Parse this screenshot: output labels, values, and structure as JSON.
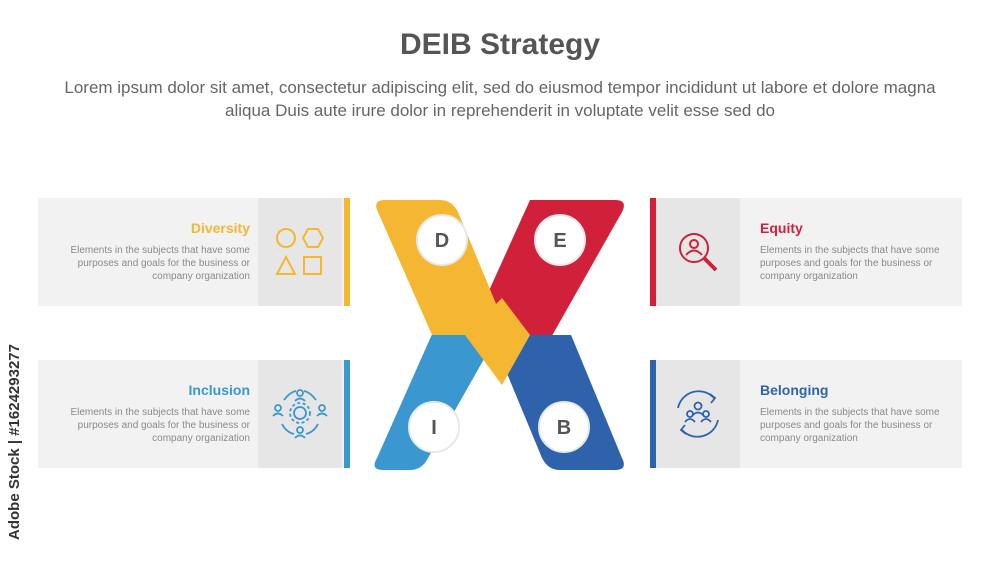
{
  "header": {
    "title": "DEIB Strategy",
    "subtitle": "Lorem ipsum dolor sit amet, consectetur adipiscing elit, sed do eiusmod tempor incididunt ut labore et dolore magna aliqua Duis aute irure dolor in reprehenderit in voluptate velit esse sed do"
  },
  "items": [
    {
      "key": "diversity",
      "letter": "D",
      "title": "Diversity",
      "desc": "Elements in the subjects that have some purposes and goals for the business or company organization",
      "color": "#F5B731",
      "icon": "shapes-icon"
    },
    {
      "key": "equity",
      "letter": "E",
      "title": "Equity",
      "desc": "Elements in the subjects that have some purposes and goals for the business or company organization",
      "color": "#D0203A",
      "icon": "user-search-icon"
    },
    {
      "key": "inclusion",
      "letter": "I",
      "title": "Inclusion",
      "desc": "Elements in the subjects that have some purposes and goals for the business or company organization",
      "color": "#3B97CF",
      "icon": "team-gear-icon"
    },
    {
      "key": "belonging",
      "letter": "B",
      "title": "Belonging",
      "desc": "Elements in the subjects that have some purposes and goals for the business or company organization",
      "color": "#2E63AC",
      "icon": "group-cycle-icon"
    }
  ],
  "watermark": {
    "side_text": "Adobe Stock | #1624293277"
  }
}
